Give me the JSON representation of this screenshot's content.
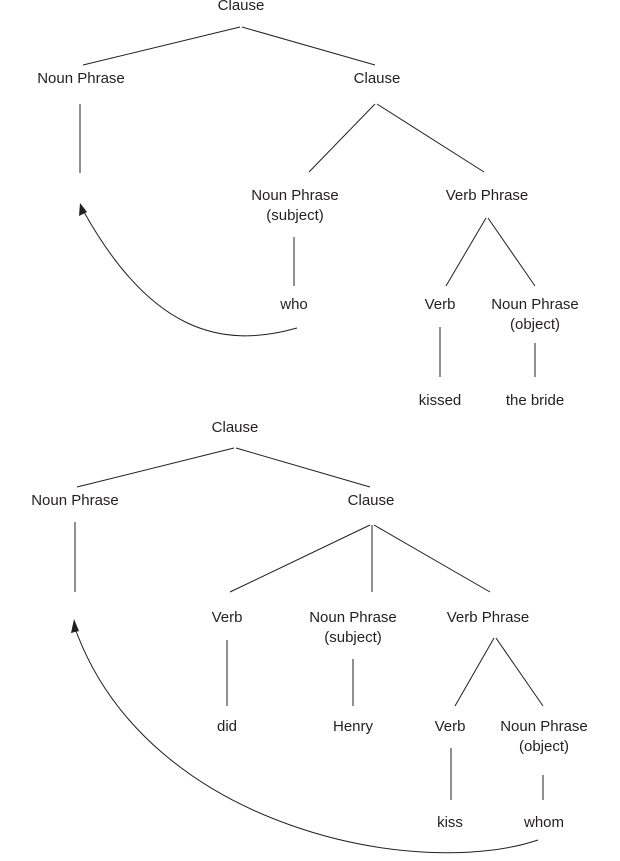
{
  "tree1": {
    "root": "Clause",
    "fronted_np": "Noun Phrase",
    "sub_clause": "Clause",
    "subject_np": {
      "line1": "Noun Phrase",
      "line2": "(subject)"
    },
    "verb_phrase": "Verb Phrase",
    "subject_word": "who",
    "verb": "Verb",
    "object_np": {
      "line1": "Noun Phrase",
      "line2": "(object)"
    },
    "verb_word": "kissed",
    "object_word": "the bride"
  },
  "tree2": {
    "root": "Clause",
    "fronted_np": "Noun Phrase",
    "sub_clause": "Clause",
    "aux_verb": "Verb",
    "subject_np": {
      "line1": "Noun Phrase",
      "line2": "(subject)"
    },
    "verb_phrase": "Verb Phrase",
    "aux_word": "did",
    "subject_word": "Henry",
    "verb": "Verb",
    "object_np": {
      "line1": "Noun Phrase",
      "line2": "(object)"
    },
    "verb_word": "kiss",
    "object_word": "whom"
  }
}
